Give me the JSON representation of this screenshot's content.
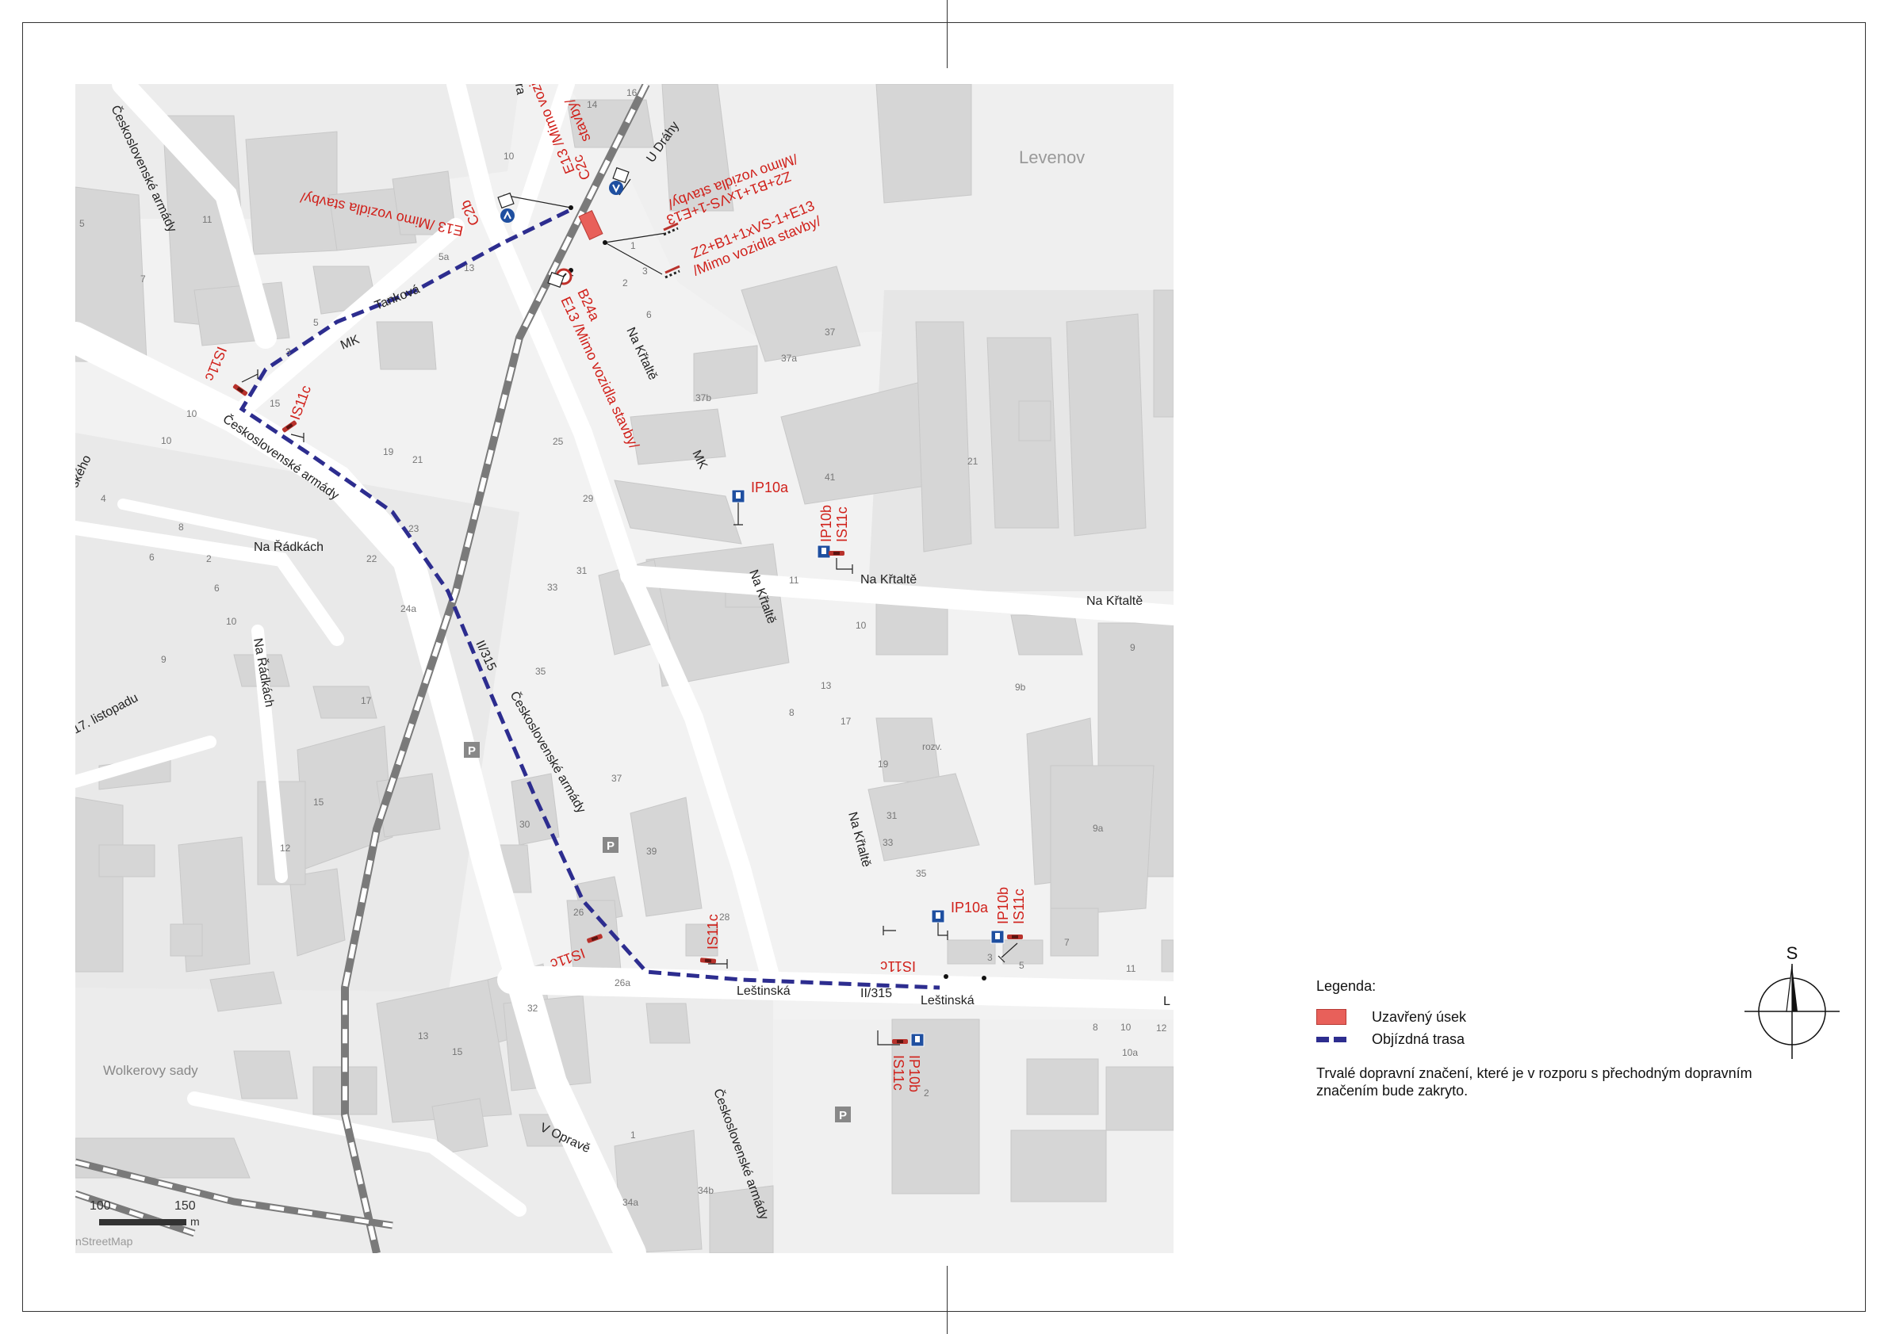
{
  "legend": {
    "title": "Legenda:",
    "items": [
      {
        "label": "Uzavřený úsek",
        "color": "#e8605a"
      },
      {
        "label": "Objízdná trasa",
        "color": "#2d2d8f"
      }
    ],
    "note": "Trvalé dopravní značení, které je v rozporu s přechodným dopravním značením bude zakryto."
  },
  "compass": {
    "label": "S"
  },
  "area_label": "Levenov",
  "streets": {
    "ceskoslovenske_armady_a": "Československé armády",
    "ceskoslovenske_armady_b": "Československé armády",
    "ceskoslovenske_armady_c": "Československé armády",
    "ceskoslovenske_armady_d": "Československé armády",
    "tankova": "Tanková",
    "mk_a": "MK",
    "mk_b": "MK",
    "u_drahy": "U Dráhy",
    "na_kftalte_a": "Na Křtaltě",
    "na_kftalte_b": "Na Křtaltě",
    "na_kftalte_c": "Na Křtaltě",
    "na_kftalte_d": "Na Křtaltě",
    "na_kftalte_e": "Na Křtaltě",
    "na_radkach_a": "Na Řádkách",
    "na_radkach_b": "Na Řádkách",
    "listopadu": "17. listopadu",
    "lestinska_a": "Leštinská",
    "lestinska_b": "Leštinská",
    "lestinska_c": "L",
    "road_ii315_a": "II/315",
    "road_ii315_b": "II/315",
    "v_oprave": "V Opravě",
    "wolkerovy_sady": "Wolkerovy sady",
    "skeho": "ského",
    "ra": "ra"
  },
  "signs": {
    "c2b": "C2b",
    "e13_a": "E13 /Mimo vozidla stavby/",
    "c2c": "C2c",
    "e13_b": "E13 /Mimo vozidla",
    "e13_b2": "stavby/",
    "z2_a": "Z2+B1+1xVS-1+E13",
    "z2_a2": "/Mimo vozidla stavby/",
    "z2_b": "Z2+B1+1xVS-1+E13",
    "z2_b2": "/Mimo vozidla stavby/",
    "b24a": "B24a",
    "e13_c": "E13 /Mimo vozidla stavby/",
    "is11c_1": "IS11c",
    "is11c_2": "IS11c",
    "ip10a_1": "IP10a",
    "ip10b_1": "IP10b",
    "is11c_3": "IS11c",
    "ip10a_2": "IP10a",
    "ip10b_2": "IP10b",
    "is11c_4": "IS11c",
    "is11c_5": "IS11c",
    "is11c_6": "IS11c",
    "is11c_7": "IS11c",
    "ip10b_3": "IP10b",
    "is11c_8": "IS11c"
  },
  "house_numbers": [
    "14",
    "16",
    "10",
    "11",
    "5",
    "7",
    "5a",
    "3",
    "5",
    "13",
    "15",
    "10",
    "10",
    "4",
    "8",
    "6",
    "2",
    "6",
    "10",
    "9",
    "19",
    "21",
    "23",
    "22",
    "24a",
    "17",
    "15",
    "12",
    "25",
    "29",
    "31",
    "33",
    "35",
    "37",
    "30",
    "39",
    "26",
    "28",
    "26a",
    "32",
    "13",
    "15",
    "1",
    "34a",
    "34b",
    "37",
    "37a",
    "37b",
    "41",
    "21",
    "11",
    "10",
    "9",
    "9b",
    "13",
    "17",
    "8",
    "19",
    "rozv.",
    "31",
    "33",
    "35",
    "9a",
    "7",
    "3",
    "5",
    "11",
    "8",
    "10",
    "10a",
    "12",
    "2",
    "1",
    "2",
    "3",
    "6"
  ],
  "scale": {
    "label_a": "100",
    "label_b": "150",
    "unit": "m",
    "credit": "nStreetMap"
  },
  "parking": "P"
}
